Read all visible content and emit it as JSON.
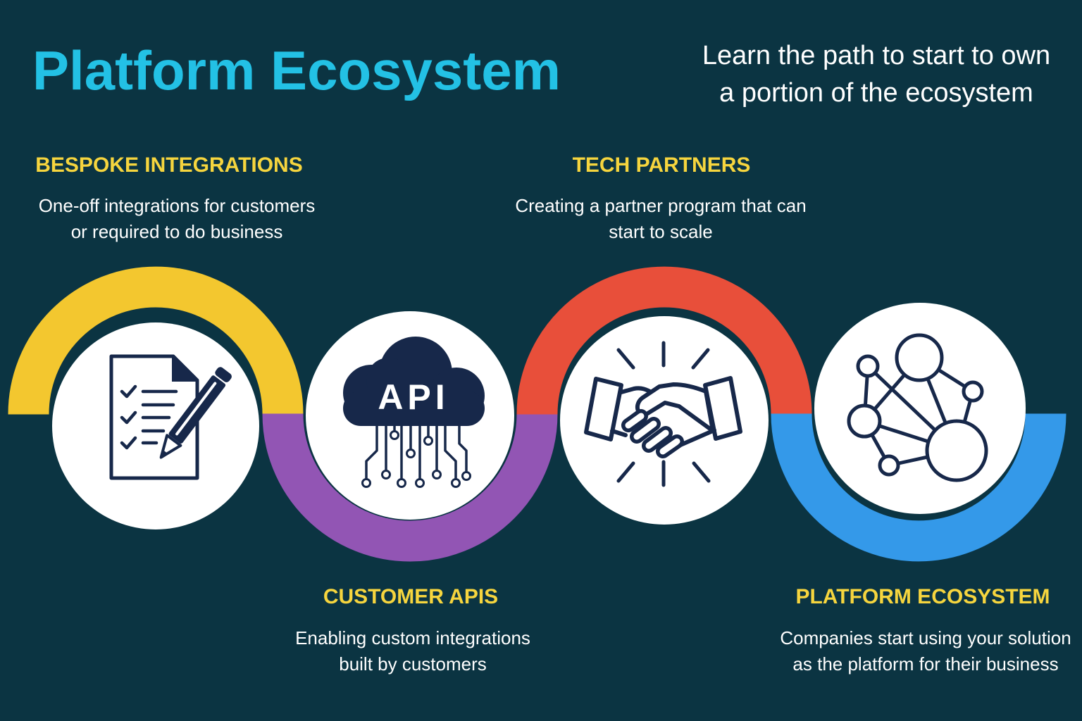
{
  "header": {
    "title": "Platform Ecosystem",
    "subtitle_lines": [
      "Learn the path to start to own",
      "a portion of the ecosystem"
    ]
  },
  "stages": [
    {
      "heading": "BESPOKE INTEGRATIONS",
      "description_lines": [
        "One-off integrations for customers",
        "or required to do business"
      ],
      "icon": "document-checklist-pen-icon",
      "arc_color": "#f3c72f"
    },
    {
      "heading": "CUSTOMER APIS",
      "description_lines": [
        "Enabling custom integrations",
        "built by customers"
      ],
      "icon": "api-cloud-icon",
      "icon_text": "API",
      "arc_color": "#9255b4"
    },
    {
      "heading": "TECH PARTNERS",
      "description_lines": [
        "Creating a partner program that can",
        "start to scale"
      ],
      "icon": "handshake-icon",
      "arc_color": "#e84f3a"
    },
    {
      "heading": "PLATFORM ECOSYSTEM",
      "description_lines": [
        "Companies start using your solution",
        "as the platform for their business"
      ],
      "icon": "network-graph-icon",
      "arc_color": "#3499e9"
    }
  ],
  "colors": {
    "background": "#0b3442",
    "title": "#23c1e5",
    "heading": "#f6d53e",
    "text": "#ffffff",
    "icon": "#17284a",
    "circle": "#ffffff"
  }
}
